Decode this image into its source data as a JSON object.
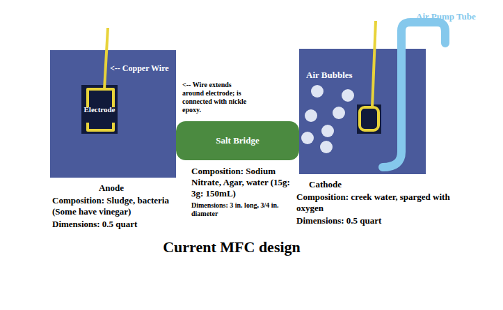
{
  "diagram": {
    "title": "Current MFC design",
    "nodes": [
      {
        "text": [
          "Anode",
          "Composition: Sludge, bacteria (Some have vinegar)",
          "Dimensions: 0.5 quart"
        ]
      },
      {
        "text": [
          "Electrode"
        ],
        "in": 0
      },
      {
        "text": [
          "Salt Bridge",
          "Composition: Sodium Nitrate, Agar, water (15g: 3g: 150mL)",
          "Dimensions: 3 in. long, 3/4 in. diameter"
        ]
      },
      {
        "text": [
          "Cathode",
          "Composition: creek water, sparged with oxygen",
          "Dimensions: 0.5 quart"
        ]
      }
    ],
    "labels": [
      "<-- Copper Wire",
      "<-- Wire extends around electrode; is connected with nickle epoxy.",
      "Air Bubbles",
      "Air Pump Tube"
    ]
  }
}
